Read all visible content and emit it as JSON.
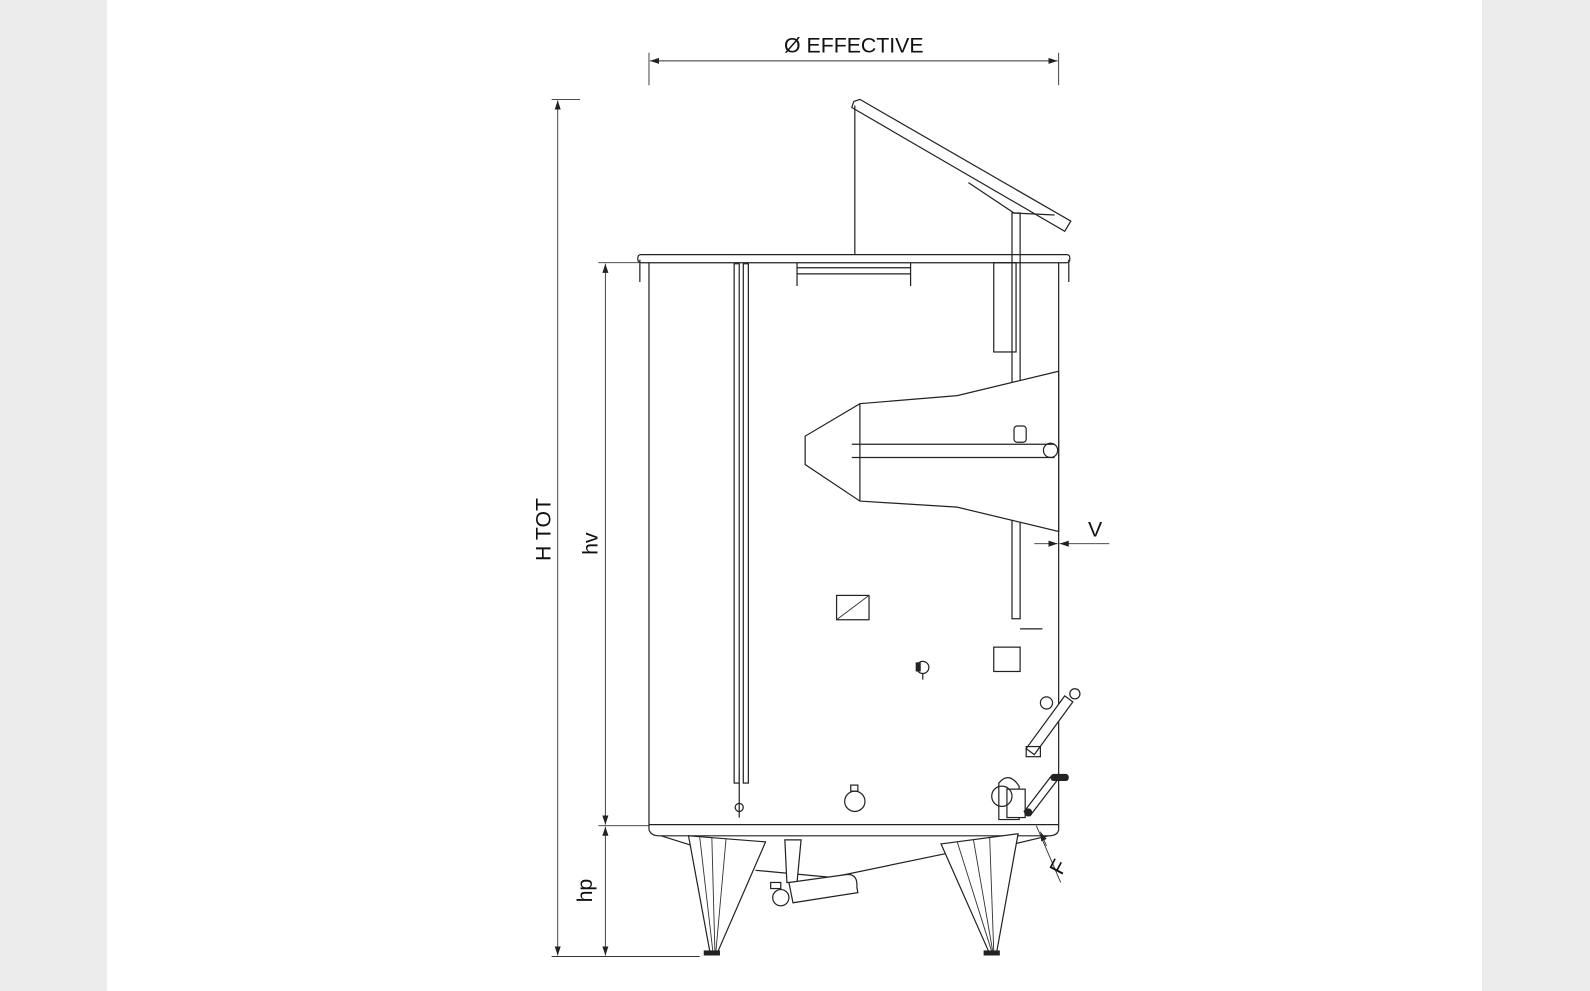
{
  "diagram": {
    "labels": {
      "diameter": "Ø EFFECTIVE",
      "total_height": "H TOT",
      "hv": "hv",
      "hp": "hp",
      "v": "V",
      "f": "F"
    }
  }
}
